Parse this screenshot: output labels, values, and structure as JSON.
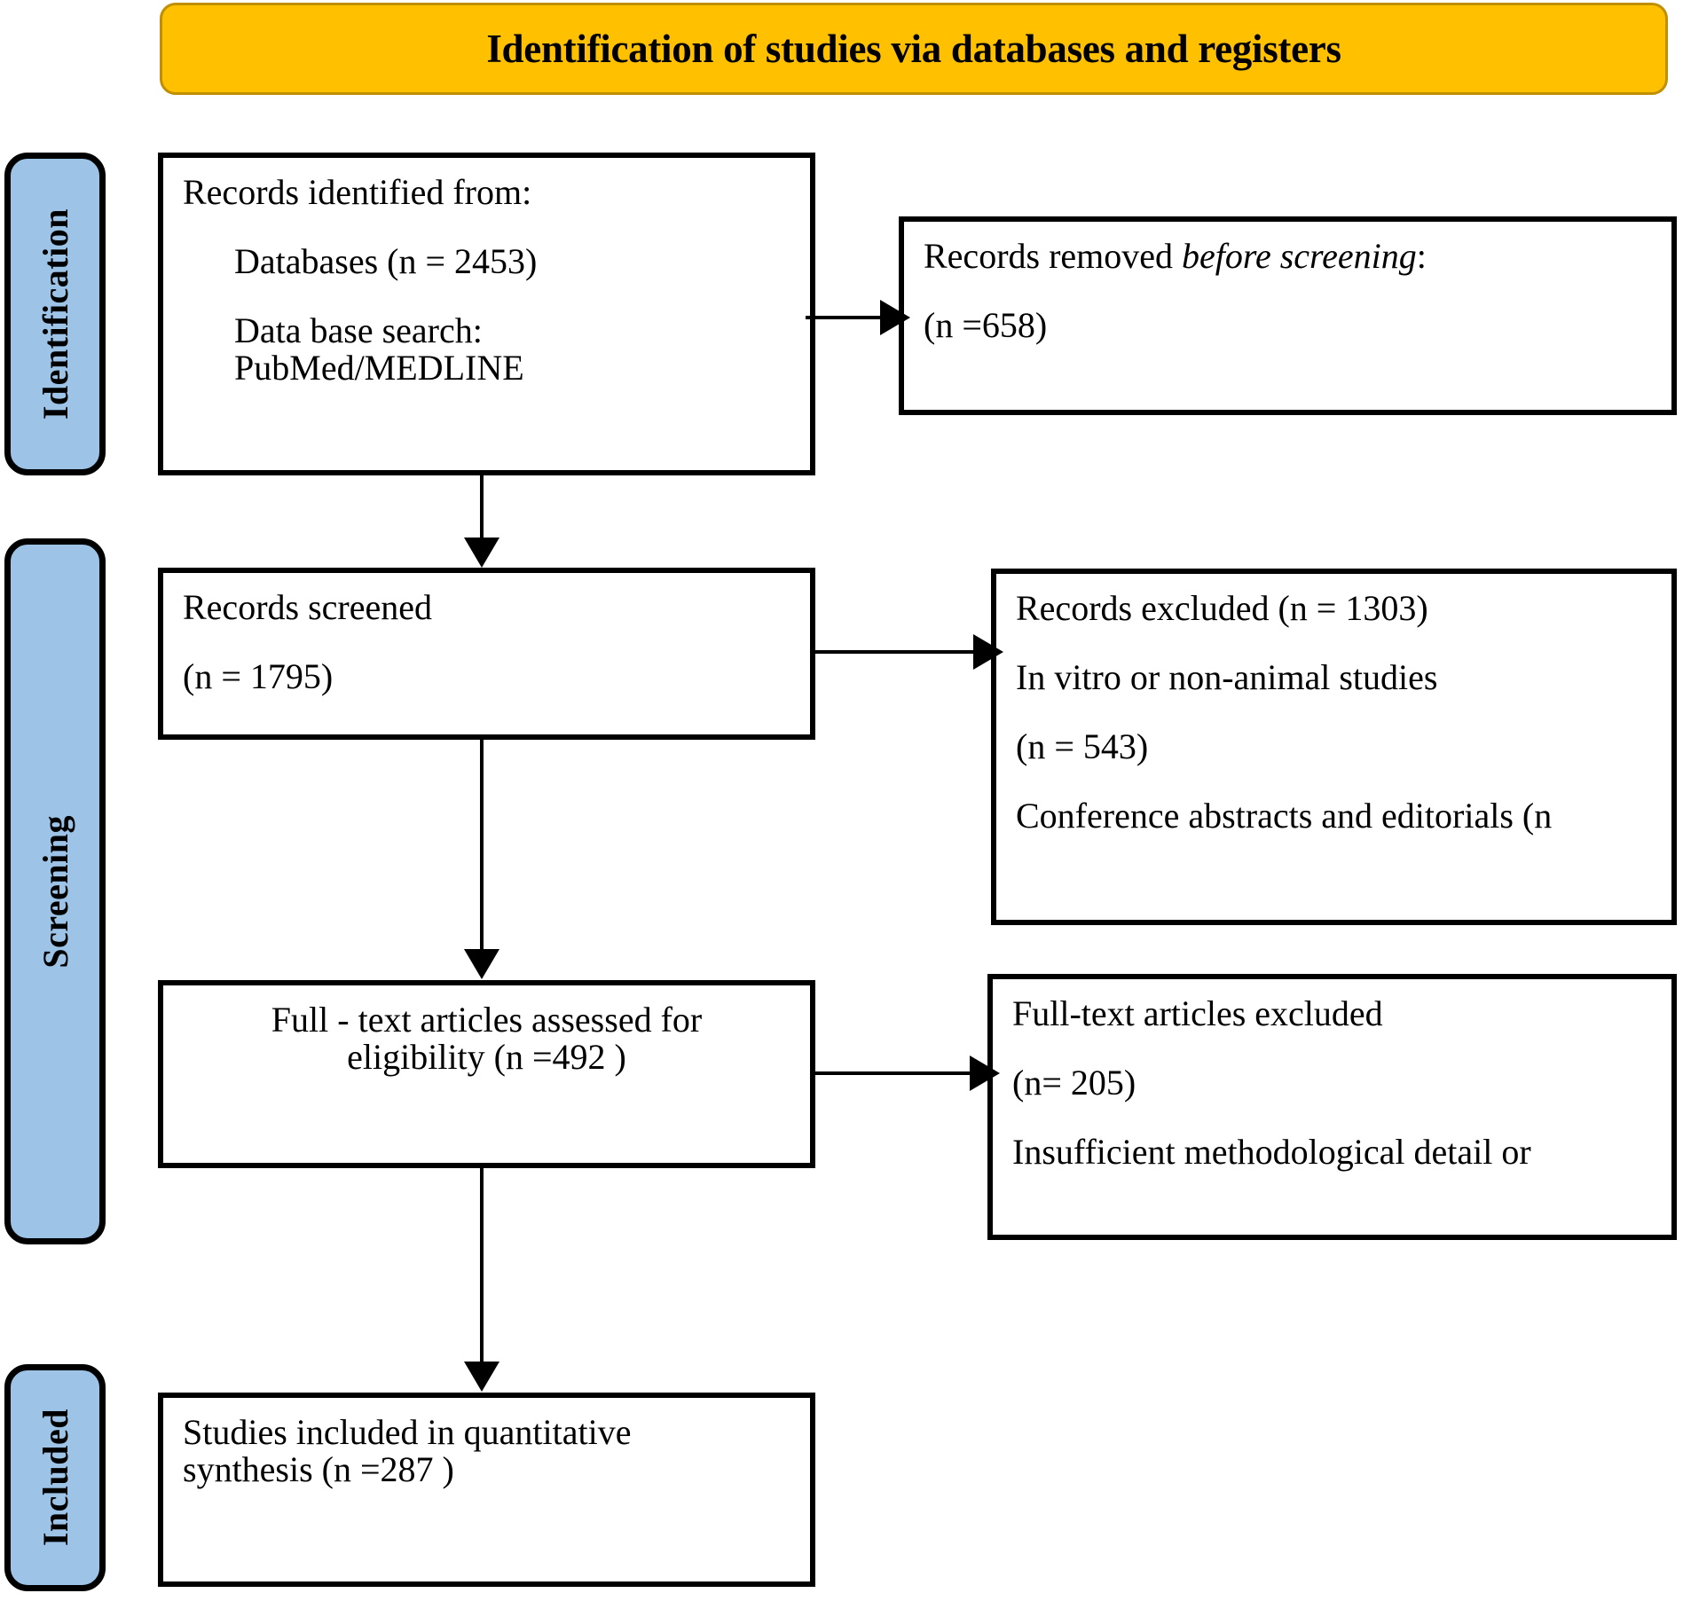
{
  "header": {
    "title": "Identification of studies via databases and registers",
    "fill_color": "#FFC000",
    "border_color": "#bf8f00"
  },
  "stages": [
    {
      "id": "identification",
      "label": "Identification"
    },
    {
      "id": "screening",
      "label": "Screening"
    },
    {
      "id": "included",
      "label": "Included"
    }
  ],
  "stage_fill_color": "#9DC3E6",
  "boxes": {
    "identified": {
      "line1": "Records identified from:",
      "line2": "Databases (n = 2453)",
      "line3": "Data base search:",
      "line4": "PubMed/MEDLINE"
    },
    "removed": {
      "line1_prefix": "Records removed ",
      "line1_italic": "before screening",
      "line1_suffix": ":",
      "line2": "(n =658)"
    },
    "screened": {
      "line1": "Records screened",
      "line2": "(n = 1795)"
    },
    "records_excluded": {
      "line1": "Records excluded (n = 1303)",
      "line2": "In vitro or non-animal studies",
      "line3": "(n = 543)",
      "line4": "Conference abstracts and editorials (n"
    },
    "fulltext_assessed": {
      "line1": "Full - text articles  assessed for",
      "line2": "eligibility (n =492 )"
    },
    "fulltext_excluded": {
      "line1": "Full-text articles excluded",
      "line2": " (n= 205)",
      "line3": "Insufficient methodological detail or"
    },
    "included": {
      "line1": "Studies included in quantitative",
      "line2": "synthesis (n =287 )"
    }
  },
  "chart_data": {
    "type": "diagram",
    "title": "Identification of studies via databases and registers",
    "flow": [
      {
        "stage": "Identification",
        "node": "Records identified from: Databases (n = 2453); Data base search: PubMed/MEDLINE",
        "n": 2453
      },
      {
        "stage": "Identification",
        "node": "Records removed before screening: (n =658)",
        "n": 658
      },
      {
        "stage": "Screening",
        "node": "Records screened (n = 1795)",
        "n": 1795
      },
      {
        "stage": "Screening",
        "node": "Records excluded (n = 1303); In vitro or non-animal studies (n = 543); Conference abstracts and editorials (n",
        "n": 1303
      },
      {
        "stage": "Screening",
        "node": "Full - text articles assessed for eligibility (n =492 )",
        "n": 492
      },
      {
        "stage": "Screening",
        "node": "Full-text articles excluded (n= 205); Insufficient methodological detail or",
        "n": 205
      },
      {
        "stage": "Included",
        "node": "Studies included in quantitative synthesis (n =287 )",
        "n": 287
      }
    ]
  }
}
